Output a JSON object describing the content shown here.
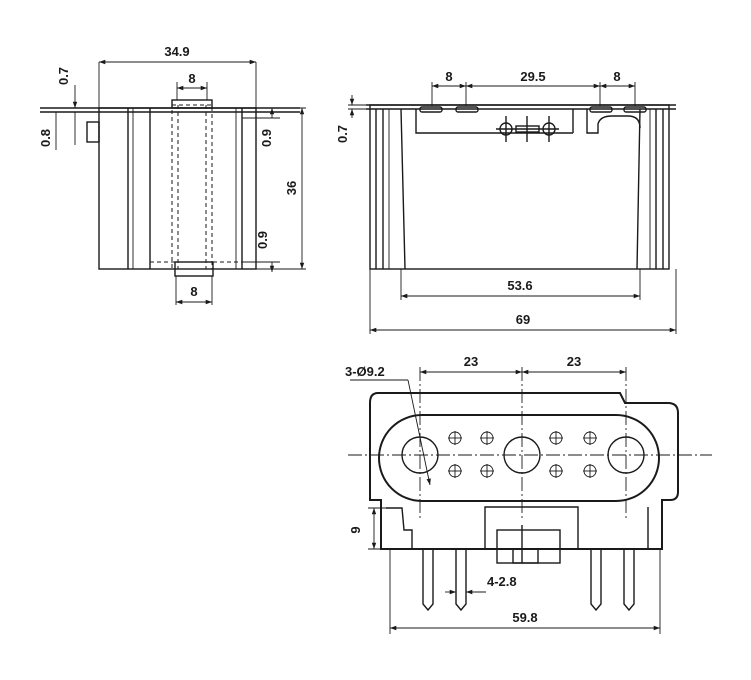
{
  "dimensions": {
    "side_width": "34.9",
    "side_top_opening": "8",
    "side_bottom_opening": "8",
    "side_top_flange": "0.7",
    "side_flange_thickness": "0.8",
    "side_wall_upper": "0.9",
    "side_wall_lower": "0.9",
    "side_height": "36",
    "front_left_pin": "8",
    "front_pin_spacing": "29.5",
    "front_right_pin": "8",
    "front_flange": "0.7",
    "front_inner_width": "53.6",
    "front_overall_width": "69",
    "bottom_hole_spec": "3-Ø9.2",
    "bottom_pitch_left": "23",
    "bottom_pitch_right": "23",
    "bottom_leg_height": "9",
    "bottom_pin_width": "4-2.8",
    "bottom_overall_width": "59.8"
  },
  "colors": {
    "line": "#1a1a1a",
    "background": "#ffffff"
  }
}
